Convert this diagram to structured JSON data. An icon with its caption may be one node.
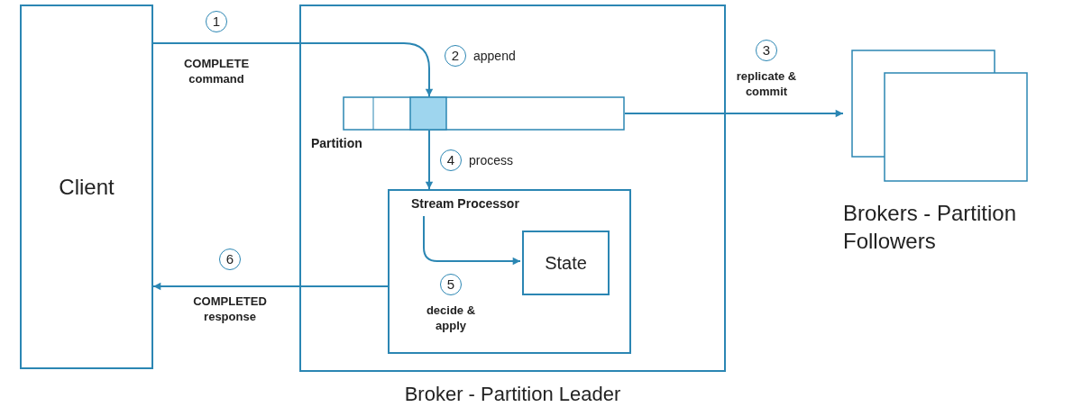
{
  "diagram": {
    "nodes": [
      {
        "text": [
          "Client"
        ]
      },
      {
        "text": [
          "Broker - Partition Leader"
        ]
      },
      {
        "text": [
          "Partition"
        ],
        "in": 1,
        "beside": [
          "2 append"
        ]
      },
      {
        "text": [
          "Stream Processor"
        ],
        "in": 1
      },
      {
        "text": [
          "State"
        ],
        "in": 3
      },
      {
        "text": [
          "Brokers - Partition Followers"
        ]
      }
    ],
    "edges": [
      {
        "from": 0,
        "to": 2,
        "arrow": "to",
        "label": "1 COMPLETE command"
      },
      {
        "from": 2,
        "to": 5,
        "arrow": "to",
        "label": "3 replicate & commit"
      },
      {
        "from": 2,
        "to": 3,
        "arrow": "to",
        "label": "4 process"
      },
      {
        "from": 3,
        "to": 4,
        "arrow": "to",
        "label": "5 decide & apply"
      },
      {
        "from": 3,
        "to": 0,
        "arrow": "to",
        "label": "6 COMPLETED response"
      }
    ]
  }
}
